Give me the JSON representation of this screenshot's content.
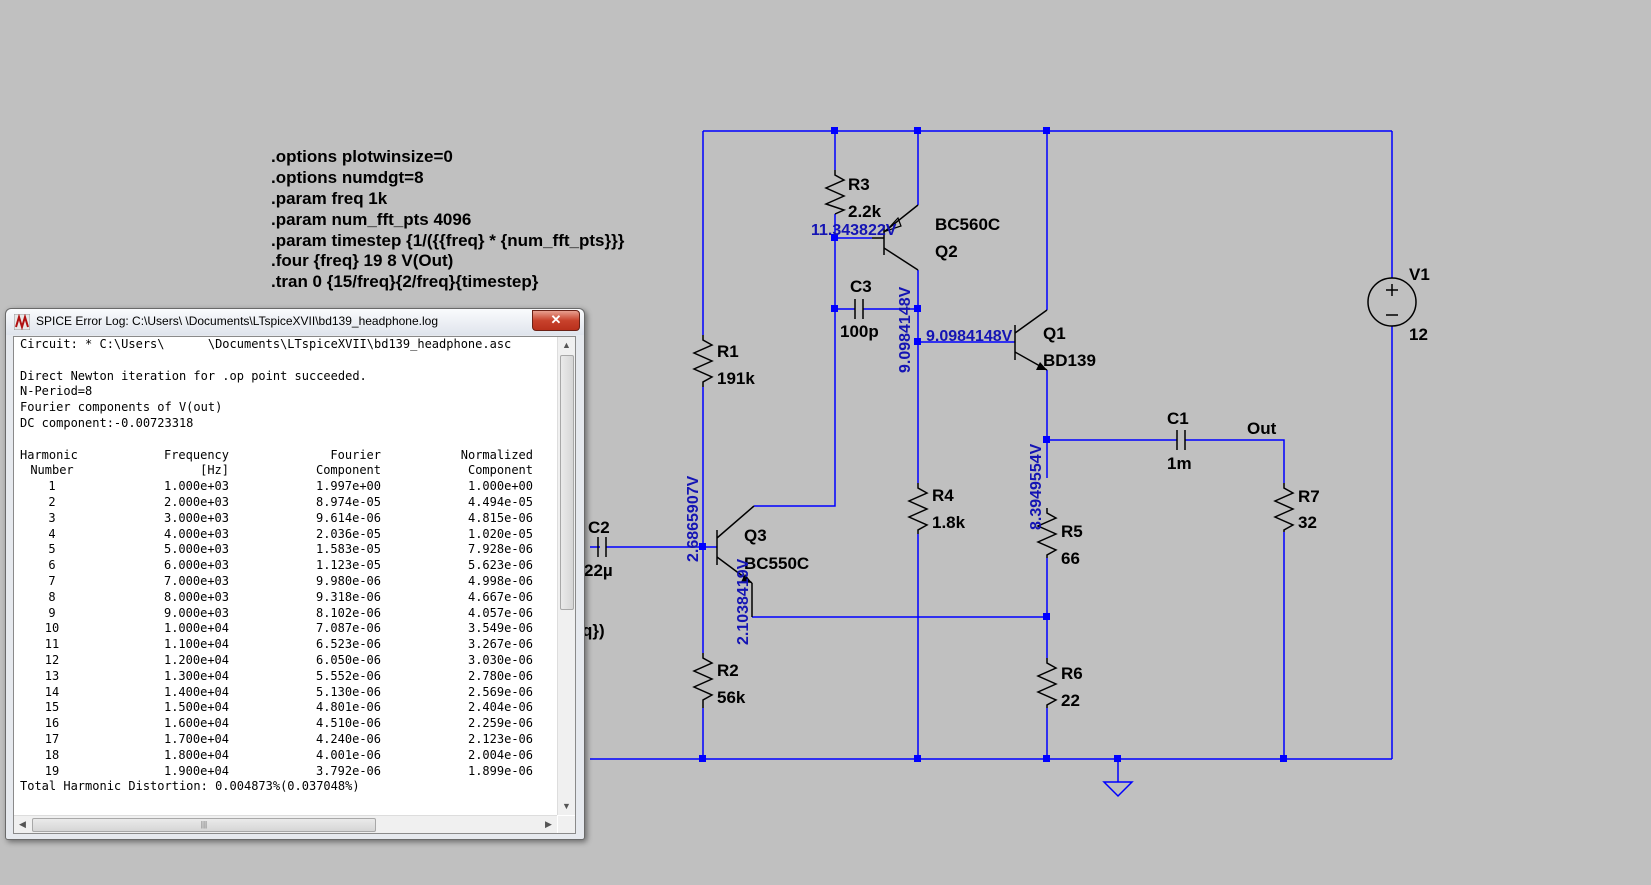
{
  "directives": [
    ".options plotwinsize=0",
    ".options numdgt=8",
    ".param freq 1k",
    ".param num_fft_pts 4096",
    ".param timestep {1/({{freq} * {num_fft_pts}}}",
    ".four {freq} 19 8 V(Out)",
    ".tran 0 {15/freq}{2/freq}{timestep}"
  ],
  "partial_directive": "q})",
  "components": {
    "R1": {
      "name": "R1",
      "value": "191k"
    },
    "R2": {
      "name": "R2",
      "value": "56k"
    },
    "R3": {
      "name": "R3",
      "value": "2.2k"
    },
    "R4": {
      "name": "R4",
      "value": "1.8k"
    },
    "R5": {
      "name": "R5",
      "value": "66"
    },
    "R6": {
      "name": "R6",
      "value": "22"
    },
    "R7": {
      "name": "R7",
      "value": "32"
    },
    "C1": {
      "name": "C1",
      "value": "1m"
    },
    "C2": {
      "name": "C2",
      "value": "22µ"
    },
    "C3": {
      "name": "C3",
      "value": "100p"
    },
    "Q1": {
      "name": "Q1",
      "model": "BD139"
    },
    "Q2": {
      "name": "Q2",
      "model": "BC560C"
    },
    "Q3": {
      "name": "Q3",
      "model": "BC550C"
    },
    "V1": {
      "name": "V1",
      "value": "12"
    }
  },
  "net_label_out": "Out",
  "node_voltages": {
    "q2_base": "11.343822V",
    "q2_collector": "9.0984148V",
    "q1_base": "9.0984148V",
    "q3_base": "2.6865907V",
    "q3_emitter": "2.1038419V",
    "q1_emitter": "8.3949554V"
  },
  "colors": {
    "wire": "#0000ff",
    "voltage_label": "#1414b4",
    "background": "#c0c0c0"
  },
  "log_window": {
    "title": "SPICE Error Log: C:\\Users\\        \\Documents\\LTspiceXVII\\bd139_headphone.log",
    "close_label": "✕",
    "lines": [
      "Circuit: * C:\\Users\\      \\Documents\\LTspiceXVII\\bd139_headphone.asc",
      "",
      "Direct Newton iteration for .op point succeeded.",
      "N-Period=8",
      "Fourier components of V(out)",
      "DC component:-0.00723318",
      ""
    ],
    "headers": [
      [
        "Harmonic",
        "Frequency",
        "Fourier",
        "Normalized"
      ],
      [
        "Number",
        "[Hz]",
        "Component",
        "Component"
      ]
    ],
    "rows": [
      [
        "1",
        "1.000e+03",
        "1.997e+00",
        "1.000e+00"
      ],
      [
        "2",
        "2.000e+03",
        "8.974e-05",
        "4.494e-05"
      ],
      [
        "3",
        "3.000e+03",
        "9.614e-06",
        "4.815e-06"
      ],
      [
        "4",
        "4.000e+03",
        "2.036e-05",
        "1.020e-05"
      ],
      [
        "5",
        "5.000e+03",
        "1.583e-05",
        "7.928e-06"
      ],
      [
        "6",
        "6.000e+03",
        "1.123e-05",
        "5.623e-06"
      ],
      [
        "7",
        "7.000e+03",
        "9.980e-06",
        "4.998e-06"
      ],
      [
        "8",
        "8.000e+03",
        "9.318e-06",
        "4.667e-06"
      ],
      [
        "9",
        "9.000e+03",
        "8.102e-06",
        "4.057e-06"
      ],
      [
        "10",
        "1.000e+04",
        "7.087e-06",
        "3.549e-06"
      ],
      [
        "11",
        "1.100e+04",
        "6.523e-06",
        "3.267e-06"
      ],
      [
        "12",
        "1.200e+04",
        "6.050e-06",
        "3.030e-06"
      ],
      [
        "13",
        "1.300e+04",
        "5.552e-06",
        "2.780e-06"
      ],
      [
        "14",
        "1.400e+04",
        "5.130e-06",
        "2.569e-06"
      ],
      [
        "15",
        "1.500e+04",
        "4.801e-06",
        "2.404e-06"
      ],
      [
        "16",
        "1.600e+04",
        "4.510e-06",
        "2.259e-06"
      ],
      [
        "17",
        "1.700e+04",
        "4.240e-06",
        "2.123e-06"
      ],
      [
        "18",
        "1.800e+04",
        "4.001e-06",
        "2.004e-06"
      ],
      [
        "19",
        "1.900e+04",
        "3.792e-06",
        "1.899e-06"
      ]
    ],
    "thd": "Total Harmonic Distortion: 0.004873%(0.037048%)"
  }
}
